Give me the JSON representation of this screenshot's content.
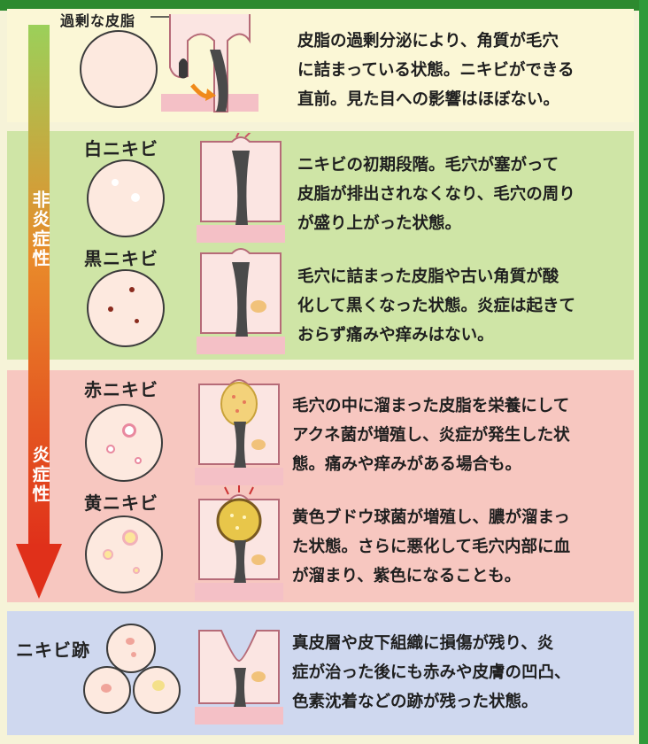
{
  "stages": [
    {
      "name": "過剰な皮脂",
      "desc_lines": [
        "皮脂の過剰分泌により、角質が毛穴",
        "に詰まっている状態。ニキビができる",
        "直前。見た目への影響はほぼない。"
      ]
    },
    {
      "name": "白ニキビ",
      "desc_lines": [
        "ニキビの初期段階。毛穴が塞がって",
        "皮脂が排出されなくなり、毛穴の周り",
        "が盛り上がった状態。"
      ]
    },
    {
      "name": "黒ニキビ",
      "desc_lines": [
        "毛穴に詰まった皮脂や古い角質が酸",
        "化して黒くなった状態。炎症は起きて",
        "おらず痛みや痒みはない。"
      ]
    },
    {
      "name": "赤ニキビ",
      "desc_lines": [
        "毛穴の中に溜まった皮脂を栄養にして",
        "アクネ菌が増殖し、炎症が発生した状",
        "態。痛みや痒みがある場合も。"
      ]
    },
    {
      "name": "黄ニキビ",
      "desc_lines": [
        "黄色ブドウ球菌が増殖し、膿が溜まっ",
        "た状態。さらに悪化して毛穴内部に血",
        "が溜まり、紫色になることも。"
      ]
    },
    {
      "name": "ニキビ跡",
      "desc_lines": [
        "真皮層や皮下組織に損傷が残り、炎",
        "症が治った後にも赤みや皮膚の凹凸、",
        "色素沈着などの跡が残った状態。"
      ]
    }
  ],
  "arrow": {
    "non_inflammatory": "非炎症性",
    "inflammatory": "炎症性"
  },
  "colors": {
    "yellow_band": "#fbf7d6",
    "green_band": "#cfe5a6",
    "red_band": "#f7c7c0",
    "blue_band": "#cfd8ef",
    "arrow_top": "#7cc14a",
    "arrow_bottom": "#e23b1f"
  }
}
